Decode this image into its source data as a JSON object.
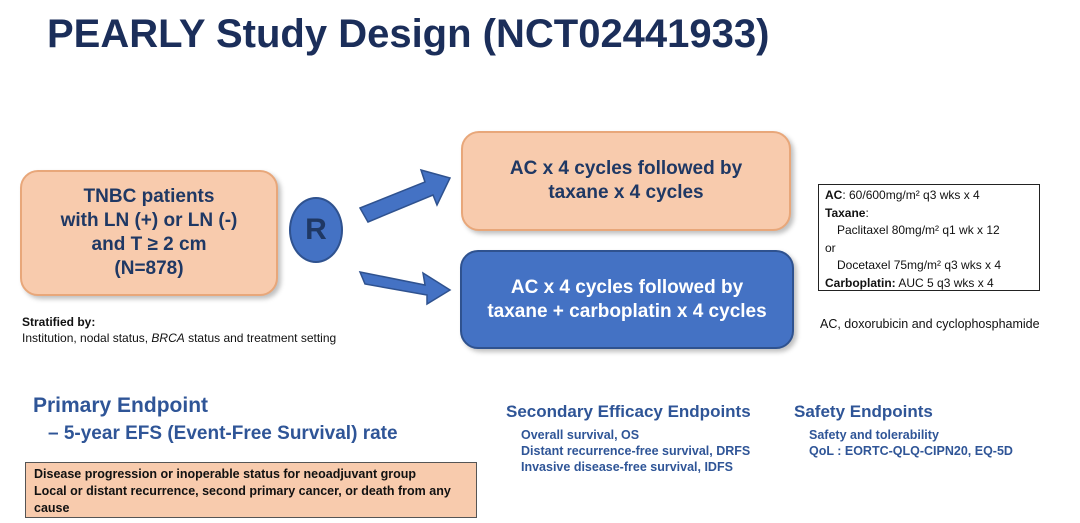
{
  "title": "PEARLY Study Design (NCT02441933)",
  "patients": [
    "TNBC patients",
    "with LN (+) or LN (-)",
    "and T ≥ 2 cm",
    "(N=878)"
  ],
  "randomization": "R",
  "arm_top": [
    "AC x 4 cycles followed by",
    "taxane x 4 cycles"
  ],
  "arm_bottom": [
    "AC x 4 cycles followed by",
    "taxane + carboplatin x 4 cycles"
  ],
  "dosing": {
    "ac_label": "AC",
    "ac": ": 60/600mg/m² q3 wks x 4",
    "taxane_label": "Taxane",
    "taxane": ":",
    "paclitaxel": "Paclitaxel 80mg/m² q1 wk x 12",
    "or": "or",
    "docetaxel": "Docetaxel 75mg/m² q3 wks x 4",
    "carbo_label": "Carboplatin:",
    "carbo": " AUC 5 q3 wks x 4"
  },
  "abbreviation": "AC, doxorubicin and cyclophosphamide",
  "stratified": {
    "label": "Stratified by:",
    "text_a": "Institution, nodal status, ",
    "brca": "BRCA",
    "text_b": " status and treatment setting"
  },
  "primary": {
    "heading": "Primary Endpoint",
    "item": "– 5-year EFS (Event-Free Survival) rate",
    "definition": [
      "Disease progression or inoperable status for neoadjuvant group",
      "Local or distant recurrence, second primary cancer, or death from any cause"
    ]
  },
  "secondary": {
    "heading": "Secondary Efficacy Endpoints",
    "items": [
      "Overall survival, OS",
      "Distant recurrence-free survival, DRFS",
      "Invasive disease-free survival, IDFS"
    ]
  },
  "safety": {
    "heading": "Safety Endpoints",
    "items": [
      "Safety and tolerability",
      "QoL : EORTC-QLQ-CIPN20, EQ-5D"
    ]
  }
}
